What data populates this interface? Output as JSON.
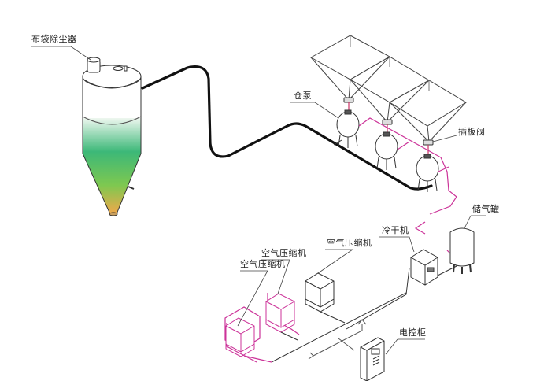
{
  "diagram": {
    "title": "Pneumatic conveying system layout",
    "labels": {
      "bag_filter": "布袋除尘器",
      "silo_pump": "仓泵",
      "slide_valve": "插板阀",
      "air_tank": "储气罐",
      "dryer": "冷干机",
      "compressor_1": "空气压缩机",
      "compressor_2": "空气压缩机",
      "compressor_3": "空气压缩机",
      "control_cabinet": "电控柜"
    },
    "colors": {
      "outline": "#333333",
      "conveying_pipe": "#111111",
      "air_line": "#cc3399",
      "silo_gradient_top": "#d8eedd",
      "silo_gradient_mid": "#3cb878",
      "silo_gradient_bottom": "#f0b048"
    }
  }
}
